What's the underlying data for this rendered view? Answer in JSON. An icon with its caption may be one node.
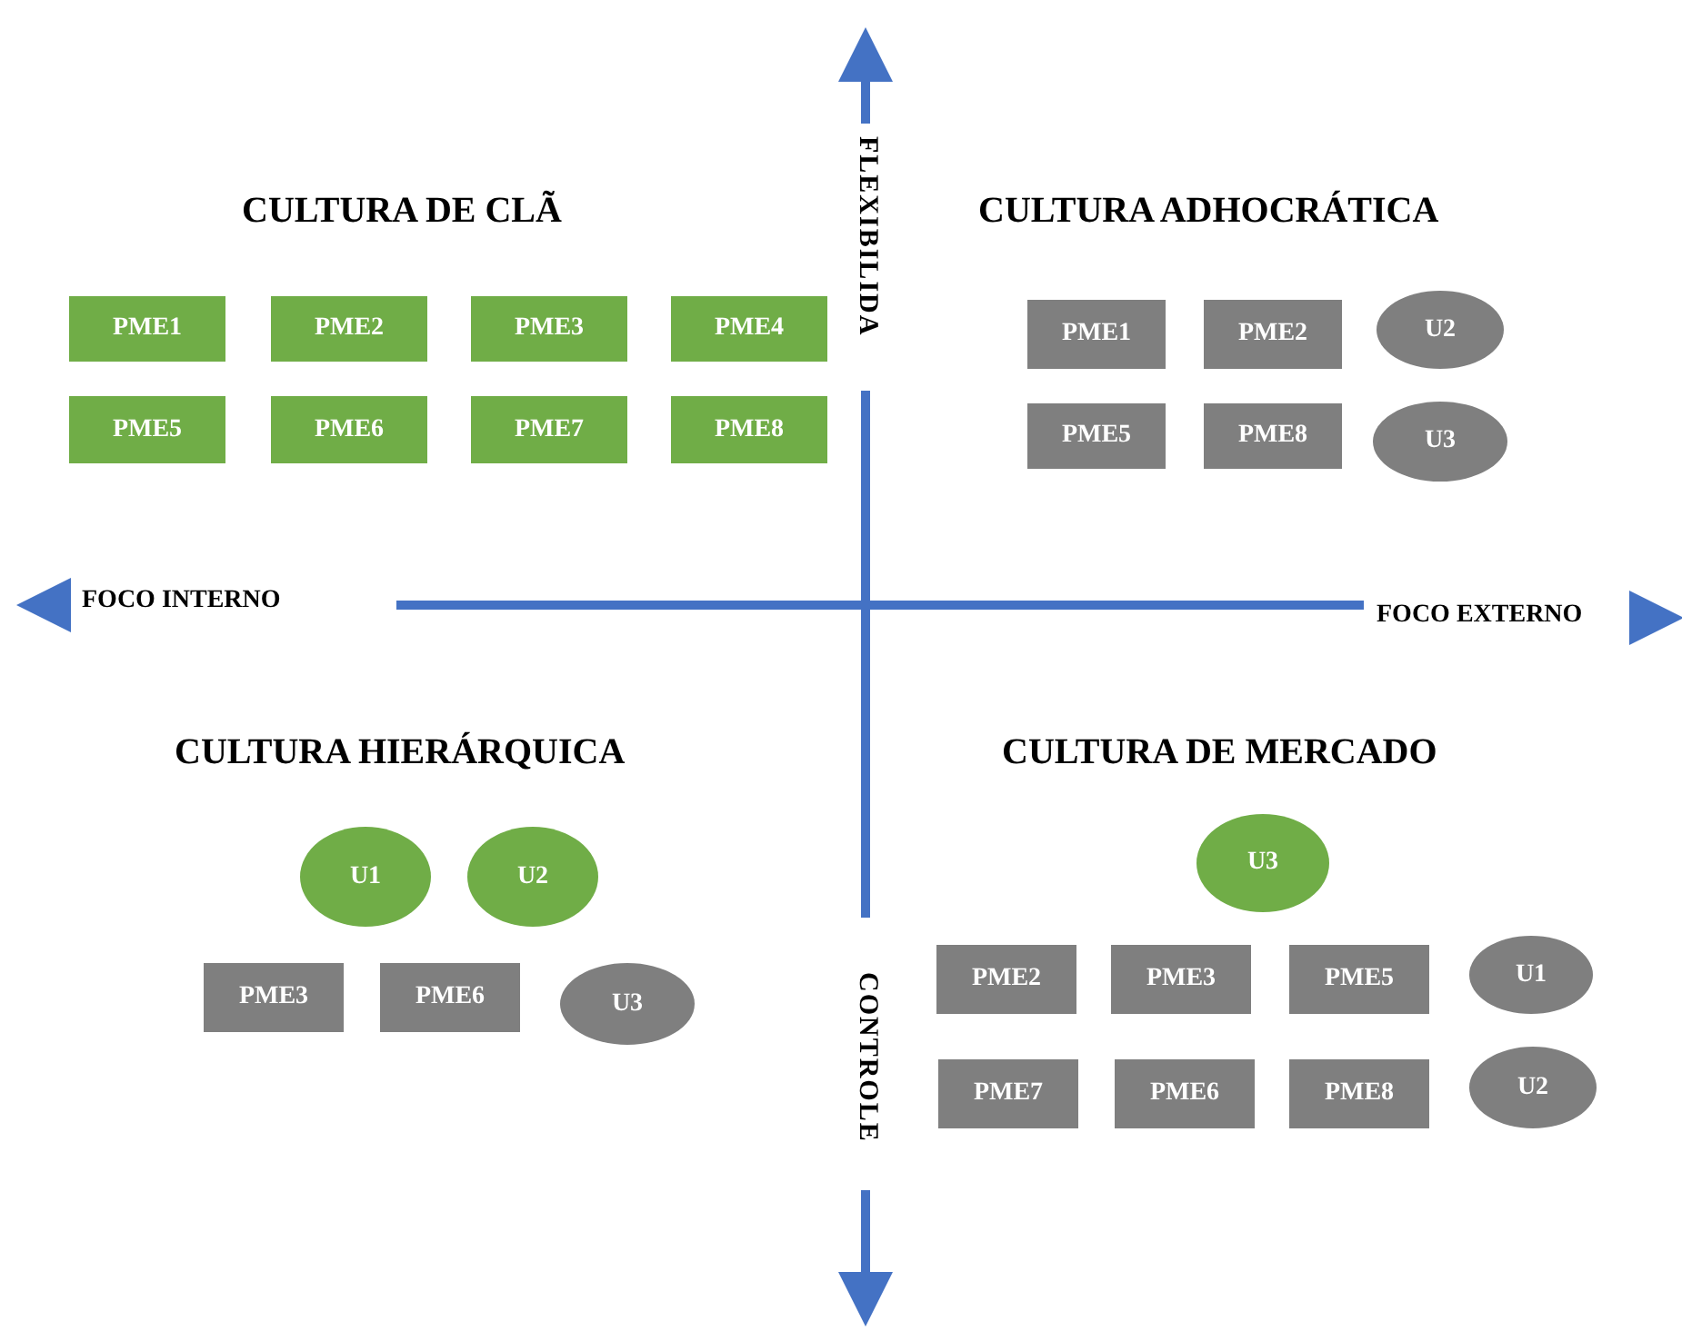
{
  "diagram": {
    "nodes": [
      {
        "text": [
          "PME1"
        ]
      },
      {
        "text": [
          "PME2"
        ]
      },
      {
        "text": [
          "PME3"
        ]
      },
      {
        "text": [
          "PME4"
        ]
      },
      {
        "text": [
          "PME5"
        ]
      },
      {
        "text": [
          "PME6"
        ]
      },
      {
        "text": [
          "PME7"
        ]
      },
      {
        "text": [
          "PME8"
        ]
      },
      {
        "text": [
          "PME1"
        ]
      },
      {
        "text": [
          "PME2"
        ]
      },
      {
        "text": [
          "U2"
        ]
      },
      {
        "text": [
          "PME5"
        ]
      },
      {
        "text": [
          "PME8"
        ]
      },
      {
        "text": [
          "U3"
        ]
      },
      {
        "text": [
          "U1"
        ]
      },
      {
        "text": [
          "U2"
        ]
      },
      {
        "text": [
          "PME3"
        ]
      },
      {
        "text": [
          "PME6"
        ]
      },
      {
        "text": [
          "U3"
        ]
      },
      {
        "text": [
          "U3"
        ]
      },
      {
        "text": [
          "PME2"
        ]
      },
      {
        "text": [
          "PME3"
        ]
      },
      {
        "text": [
          "PME5"
        ]
      },
      {
        "text": [
          "U1"
        ]
      },
      {
        "text": [
          "PME7"
        ]
      },
      {
        "text": [
          "PME6"
        ]
      },
      {
        "text": [
          "PME8"
        ]
      },
      {
        "text": [
          "U2"
        ]
      }
    ],
    "labels": [
      "CULTURA DE CLÃ",
      "FLEXIBILIDA",
      "CULTURA ADHOCRÁTICA",
      "FOCO INTERNO",
      "FOCO EXTERNO",
      "CULTURA HIERÁRQUICA",
      "CULTURA DE MERCADO",
      "CONTROLE"
    ]
  }
}
